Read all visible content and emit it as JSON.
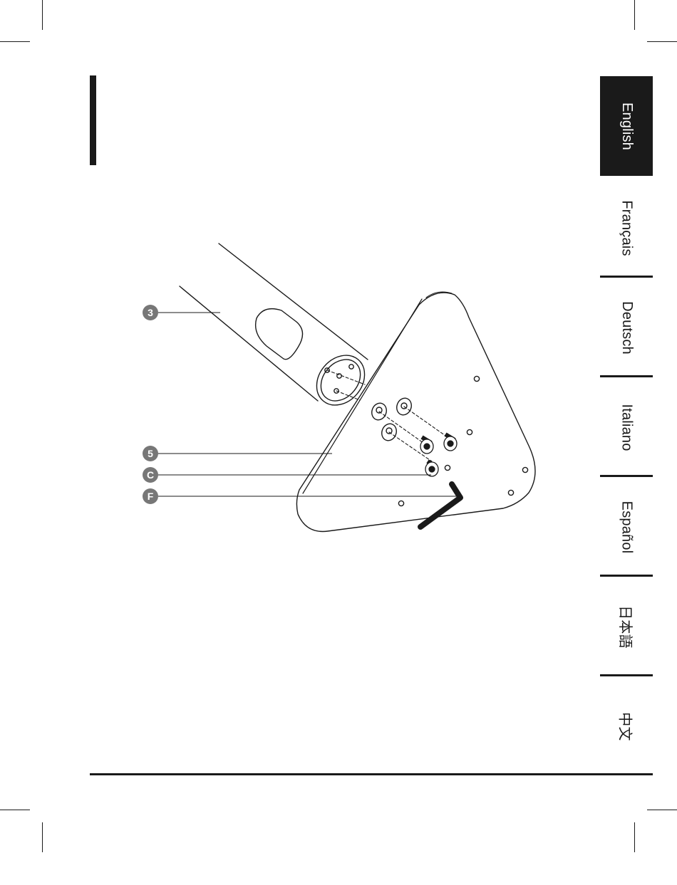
{
  "languages": [
    {
      "label": "English",
      "active": true
    },
    {
      "label": "Français",
      "active": false
    },
    {
      "label": "Deutsch",
      "active": false
    },
    {
      "label": "Italiano",
      "active": false
    },
    {
      "label": "Español",
      "active": false
    },
    {
      "label": "日本語",
      "active": false
    },
    {
      "label": "中文",
      "active": false
    }
  ],
  "callouts": {
    "pole": "3",
    "base": "5",
    "screw": "C",
    "hex_key": "F"
  },
  "colors": {
    "ink": "#1a1a1a",
    "callout_fill": "#777777",
    "active_tab_text": "#ffffff"
  }
}
